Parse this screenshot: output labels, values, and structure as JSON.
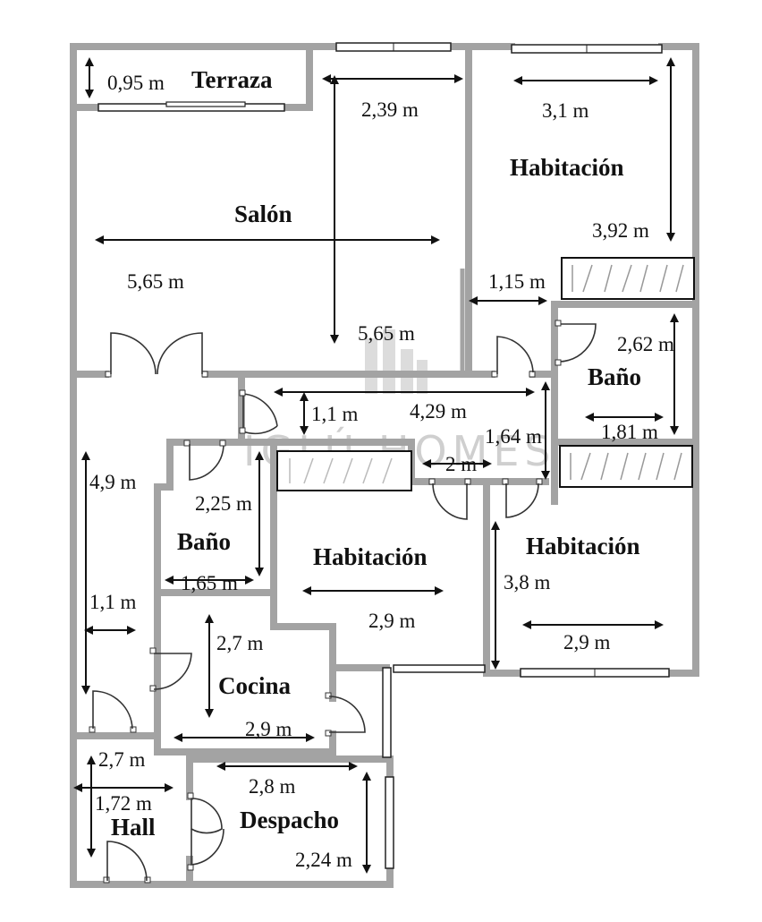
{
  "watermark": "IGLÚ HOMES",
  "rooms": {
    "terraza": "Terraza",
    "salon": "Salón",
    "habitacion_top": "Habitación",
    "bano_right": "Baño",
    "bano_left": "Baño",
    "habitacion_mid": "Habitación",
    "habitacion_right": "Habitación",
    "cocina": "Cocina",
    "hall": "Hall",
    "despacho": "Despacho"
  },
  "dimensions": {
    "terraza_h": "0,95 m",
    "terraza_w": "2,39 m",
    "hab_top_w": "3,1 m",
    "hab_top_h": "3,92 m",
    "salon_w": "5,65 m",
    "salon_h": "5,65 m",
    "pasillo_small": "1,15 m",
    "bano_right_h": "2,62 m",
    "bano_right_w": "1,81 m",
    "corridor_h": "1,1 m",
    "corridor_w": "4,29 m",
    "corridor_side": "1,64 m",
    "closet_w": "2 m",
    "left_corridor_h": "4,9 m",
    "bano_left_h": "2,25 m",
    "bano_left_w": "1,65 m",
    "left_corridor_w": "1,1 m",
    "hab_mid_w": "2,9 m",
    "hab_right_h": "3,8 m",
    "hab_right_w": "2,9 m",
    "cocina_h": "2,7 m",
    "cocina_w": "2,9 m",
    "hall_h": "2,7 m",
    "hall_w": "1,72 m",
    "despacho_w": "2,8 m",
    "despacho_h": "2,24 m"
  }
}
